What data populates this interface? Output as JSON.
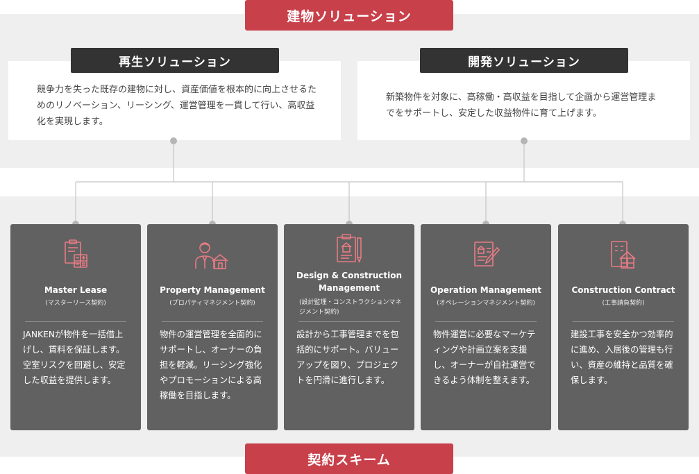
{
  "header": {
    "label": "建物ソリューション"
  },
  "solutions": [
    {
      "title": "再生ソリューション",
      "description": "競争力を失った既存の建物に対し、資産価値を根本的に向上させるためのリノベーション、リーシング、運営管理を一貫して行い、高収益化を実現します。"
    },
    {
      "title": "開発ソリューション",
      "description": "新築物件を対象に、高稼働・高収益を目指して企画から運営管理までをサポートし、安定した収益物件に育て上げます。"
    }
  ],
  "cards": [
    {
      "icon": "calculator-document-icon",
      "title": "Master Lease",
      "subtitle": "(マスターリース契約)",
      "body": "JANKENが物件を一括借上げし、賃料を保証します。空室リスクを回避し、安定した収益を提供します。"
    },
    {
      "icon": "person-house-icon",
      "title": "Property Management",
      "subtitle": "(プロパティマネジメント契約)",
      "body": "物件の運営管理を全面的にサポートし、オーナーの負担を軽減。リーシング強化やプロモーションによる高稼働を目指します。"
    },
    {
      "icon": "clipboard-house-pen-icon",
      "title": "Design & Construction Management",
      "subtitle": "(設計監理・コンストラクションマネジメント契約)",
      "body": "設計から工事管理までを包括的にサポート。バリューアップを図り、プロジェクトを円滑に進行します。"
    },
    {
      "icon": "document-pen-icon",
      "title": "Operation Management",
      "subtitle": "(オペレーションマネジメント契約)",
      "body": "物件運営に必要なマーケティングや計画立案を支援し、オーナーが自社運営できるよう体制を整えます。"
    },
    {
      "icon": "building-document-icon",
      "title": "Construction Contract",
      "subtitle": "(工事請負契約)",
      "body": "建設工事を安全かつ効率的に進め、入居後の管理も行い、資産の維持と品質を確保します。"
    }
  ],
  "footer": {
    "label": "契約スキーム"
  },
  "colors": {
    "accent": "#c8404a",
    "dark": "#333333",
    "card": "#616161",
    "band": "#efefef",
    "icon": "#e87b84"
  }
}
